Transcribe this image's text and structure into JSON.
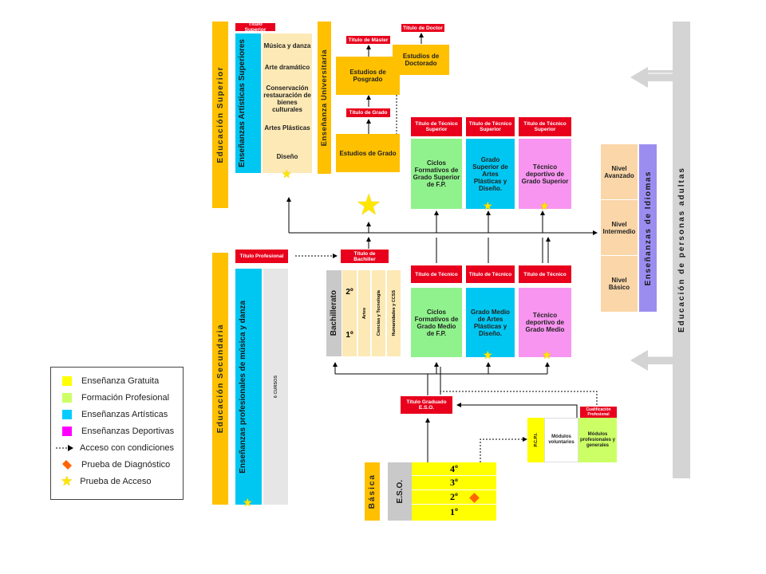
{
  "columns": {
    "educacion_superior": "Educación Superior",
    "educacion_secundaria": "Educación Secundaria",
    "basica": "Básica",
    "ensenanza_universitaria": "Enseñanza Universitaria",
    "ensenanzas_idiomas": "Enseñanzas de Idiomas",
    "personas_adultas": "Educación de personas adultas"
  },
  "superior": {
    "titulo_superior": "Título Superior",
    "artisticas_superiores": "Enseñanzas Artísticas Superiores",
    "artes_items": [
      "Música y danza",
      "Arte dramático",
      "Conservación restauración de bienes culturales",
      "Artes Plásticas",
      "Diseño"
    ]
  },
  "universidad": {
    "titulo_master": "Título de Máster",
    "titulo_doctor": "Título de Doctor",
    "estudios_posgrado": "Estudios de Posgrado",
    "estudios_doctorado": "Estudios de Doctorado",
    "titulo_grado": "Título de Grado",
    "estudios_grado": "Estudios de Grado"
  },
  "tecnico_superior": {
    "label": "Título de Técnico Superior",
    "fp": "Ciclos Formativos de Grado Superior de F.P.",
    "artes": "Grado Superior de Artes Plásticas y Diseño.",
    "deportivo": "Técnico deportivo de Grado Superior"
  },
  "tecnico": {
    "label": "Título de Técnico",
    "fp": "Ciclos Formativos de Grado Medio de F.P.",
    "artes": "Grado Medio de Artes Plásticas y Diseño.",
    "deportivo": "Técnico deportivo de Grado Medio"
  },
  "idiomas": {
    "avanzado": "Nivel Avanzado",
    "intermedio": "Nivel Intermedio",
    "basico": "Nivel Básico"
  },
  "secundaria": {
    "titulo_profesional": "Título Profesional",
    "musica_danza": "Enseñanzas profesionales de música y danza",
    "cursos": "6 CURSOS",
    "titulo_bachiller": "Título de Bachiller",
    "bachillerato": "Bachillerato",
    "curso_2": "2º",
    "curso_1": "1º",
    "mod_artes": "Artes",
    "mod_ciencias": "Ciencias y Tecnología",
    "mod_humanidades": "Humanidades y CCSS",
    "titulo_eso": "Título Graduado E.S.O.",
    "pcpi": "P.C.P.I.",
    "modulos_voluntarios": "Módulos voluntarios",
    "cualificacion": "Cualificación Profesional",
    "modulos_profesionales": "Módulos profesionales y generales"
  },
  "eso": {
    "label": "E.S.O.",
    "cursos": [
      "4º",
      "3º",
      "2º",
      "1º"
    ]
  },
  "legend": {
    "items": [
      {
        "label": "Enseñanza Gratuita",
        "color": "#ffff00"
      },
      {
        "label": "Formación Profesional",
        "color": "#ccff66"
      },
      {
        "label": "Enseñanzas Artísticas",
        "color": "#00ccff"
      },
      {
        "label": "Enseñanzas Deportivas",
        "color": "#ff00ff"
      },
      {
        "label": "Acceso con condiciones",
        "color": "#000000"
      },
      {
        "label": "Prueba de Diagnóstico",
        "color": "#ff6600"
      },
      {
        "label": "Prueba de Acceso",
        "color": "#ffff00"
      }
    ]
  }
}
